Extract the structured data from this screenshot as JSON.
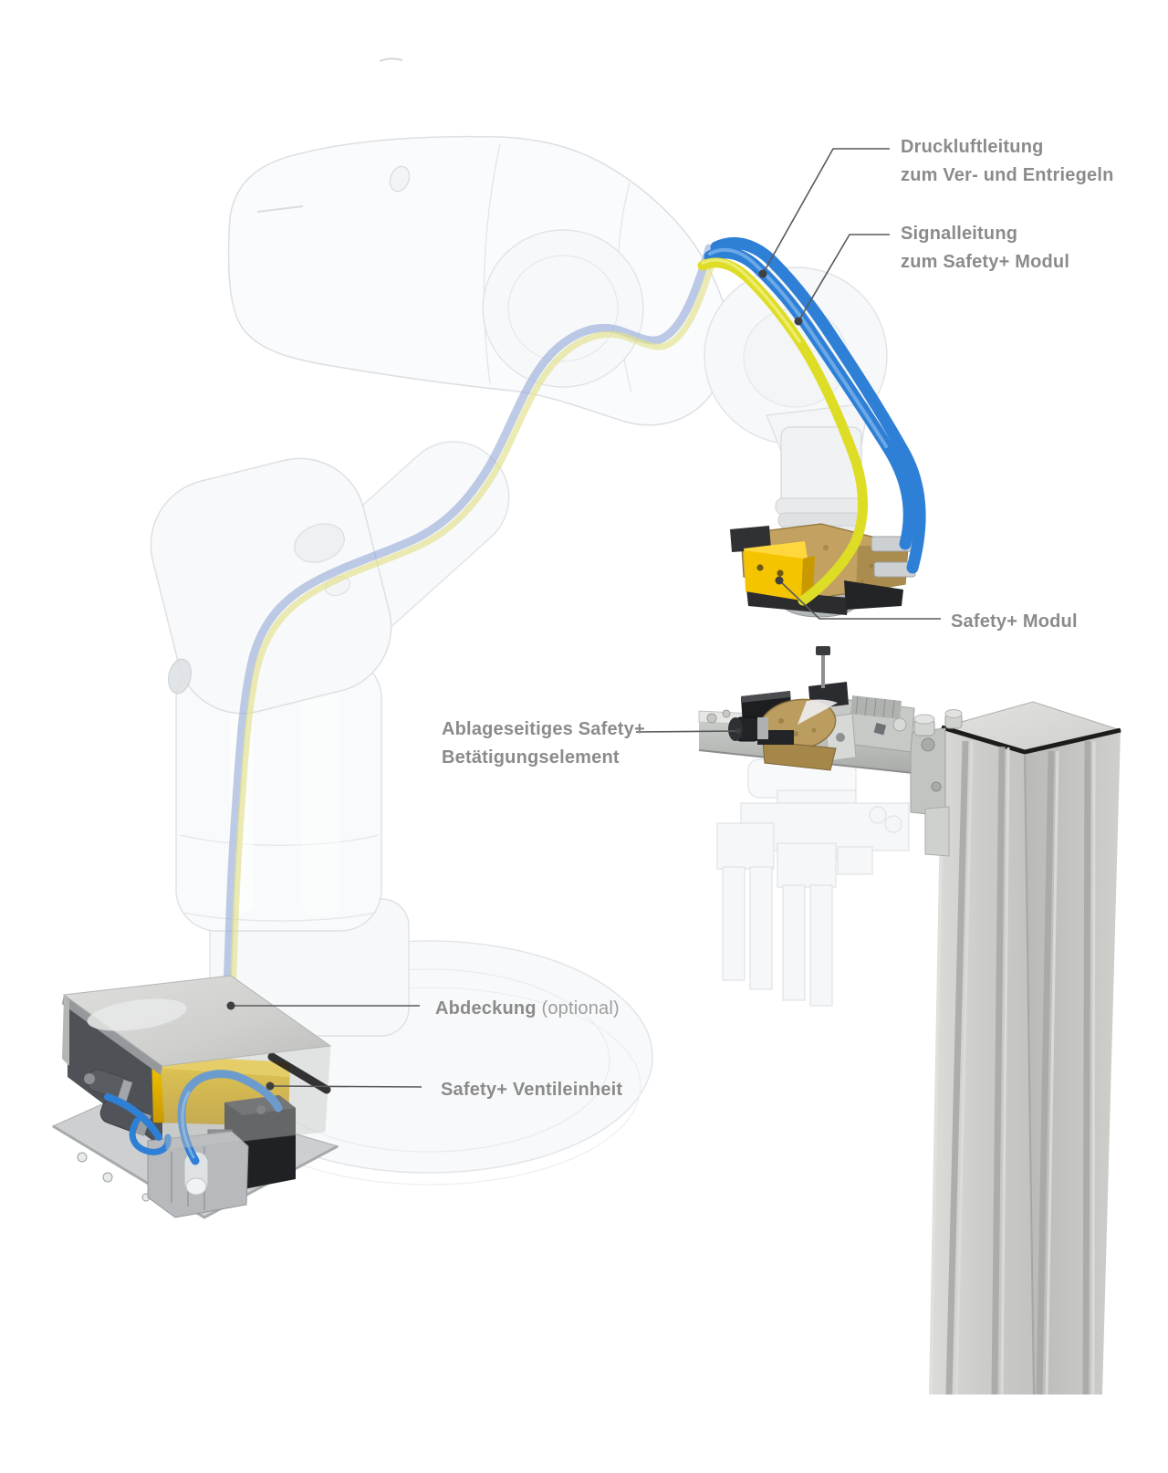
{
  "figure": {
    "labels": {
      "druckluftleitung": {
        "line1": "Druckluftleitung",
        "line2": "zum Ver- und Entriegeln"
      },
      "signalleitung": {
        "line1": "Signalleitung",
        "line2": "zum Safety+ Modul"
      },
      "safety_modul": {
        "text": "Safety+ Modul"
      },
      "betaetigungselement": {
        "line1": "Ablageseitiges Safety+",
        "line2": "Betätigungselement"
      },
      "abdeckung": {
        "bold": "Abdeckung",
        "suffix": " (optional)"
      },
      "ventileinheit": {
        "text": "Safety+ Ventileinheit"
      }
    },
    "colors": {
      "tube_blue": "#2e7fd6",
      "tube_blue_light": "#79b3ec",
      "tube_yellow": "#dedd26",
      "safety_yellow": "#f5c400",
      "valve_yellow": "#e6b300",
      "brass": "#bb9d5f",
      "label_text": "#8b8b8b",
      "leader_line": "#59595b",
      "column_gray": "#c9cac6"
    }
  }
}
